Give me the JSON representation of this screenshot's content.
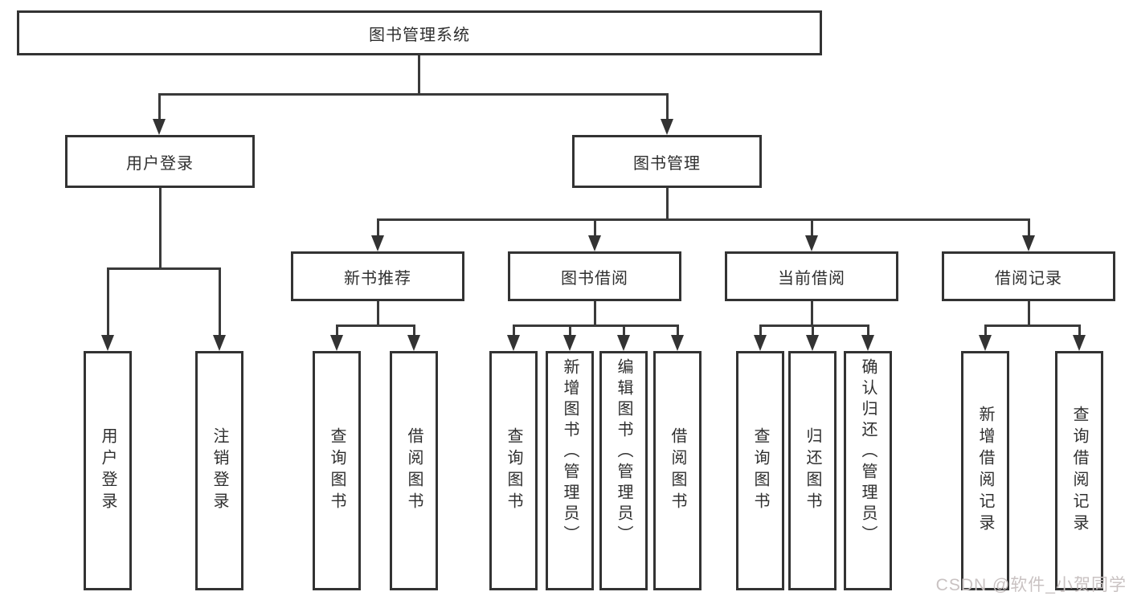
{
  "tree": {
    "label": "图书管理系统",
    "children": [
      {
        "label": "用户登录",
        "children": [
          {
            "label": "用户登录"
          },
          {
            "label": "注销登录"
          }
        ]
      },
      {
        "label": "图书管理",
        "children": [
          {
            "label": "新书推荐",
            "children": [
              {
                "label": "查询图书"
              },
              {
                "label": "借阅图书"
              }
            ]
          },
          {
            "label": "图书借阅",
            "children": [
              {
                "label": "查询图书"
              },
              {
                "label": "新增图书（管理员）"
              },
              {
                "label": "编辑图书（管理员）"
              },
              {
                "label": "借阅图书"
              }
            ]
          },
          {
            "label": "当前借阅",
            "children": [
              {
                "label": "查询图书"
              },
              {
                "label": "归还图书"
              },
              {
                "label": "确认归还（管理员）"
              }
            ]
          },
          {
            "label": "借阅记录",
            "children": [
              {
                "label": "新增借阅记录"
              },
              {
                "label": "查询借阅记录"
              }
            ]
          }
        ]
      }
    ]
  },
  "watermark": "CSDN @软件_小贺同学",
  "colors": {
    "line": "#3a3a3a",
    "box_border": "#333333",
    "box_fill": "#ffffff",
    "text": "#2f2f2f",
    "watermark": "#c9c2c2",
    "background": "#ffffff"
  }
}
